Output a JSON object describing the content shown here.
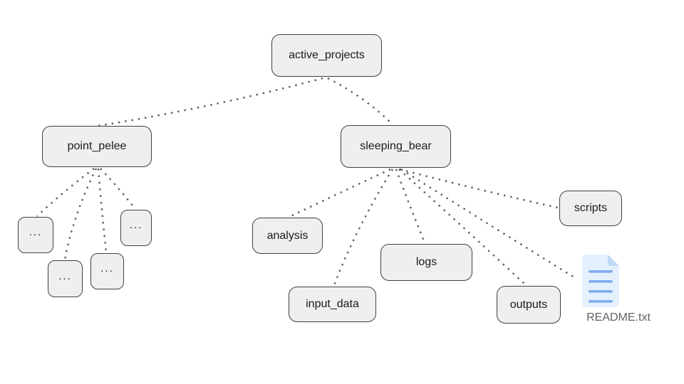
{
  "tree": {
    "root_label": "active_projects",
    "left_branch_label": "point_pelee",
    "right_branch_label": "sleeping_bear",
    "collapsed_labels": [
      "...",
      "...",
      "...",
      "..."
    ],
    "right_children": {
      "analysis": "analysis",
      "input_data": "input_data",
      "logs": "logs",
      "outputs": "outputs",
      "scripts": "scripts"
    },
    "file_label": "README.txt"
  },
  "colors": {
    "node_fill": "#efefef",
    "node_border": "#404040",
    "connector": "#5a5a5a",
    "file_icon_body": "#e4f0fd",
    "file_icon_fold": "#bedaf7",
    "file_icon_lines": "#7fadee",
    "file_label": "#5f6368"
  }
}
